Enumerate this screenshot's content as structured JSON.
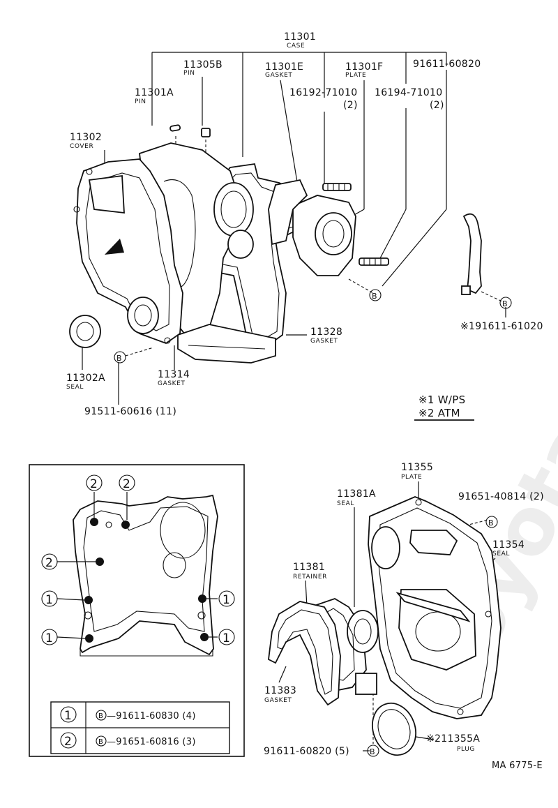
{
  "labels": {
    "case": {
      "pn": "11301",
      "sub": "CASE"
    },
    "pin_b": {
      "pn": "11305B",
      "sub": "PIN"
    },
    "gasket_e": {
      "pn": "11301E",
      "sub": "GASKET"
    },
    "plate_f": {
      "pn": "11301F",
      "sub": "PLATE"
    },
    "bolt_60820": {
      "pn": "91611-60820"
    },
    "pin_a": {
      "pn": "11301A",
      "sub": "PIN"
    },
    "stud_1": {
      "pn": "16192-71010",
      "qty": "(2)"
    },
    "stud_2": {
      "pn": "16194-71010",
      "qty": "(2)"
    },
    "cover": {
      "pn": "11302",
      "sub": "COVER"
    },
    "gasket_328": {
      "pn": "11328",
      "sub": "GASKET"
    },
    "bolt_61020": {
      "pn": "※191611-61020"
    },
    "seal_a": {
      "pn": "11302A",
      "sub": "SEAL"
    },
    "gasket_314": {
      "pn": "11314",
      "sub": "GASKET"
    },
    "bolt_60616": {
      "pn": "91511-60616 (11)"
    },
    "plate_355": {
      "pn": "11355",
      "sub": "PLATE"
    },
    "seal_381a": {
      "pn": "11381A",
      "sub": "SEAL"
    },
    "bolt_40814": {
      "pn": "91651-40814 (2)"
    },
    "seal_354": {
      "pn": "11354",
      "sub": "SEAL"
    },
    "retainer": {
      "pn": "11381",
      "sub": "RETAINER"
    },
    "gasket_383": {
      "pn": "11383",
      "sub": "GASKET"
    },
    "plug": {
      "pn": "※211355A",
      "sub": "PLUG"
    },
    "bolt_bottom": {
      "pn": "91611-60820 (5)"
    }
  },
  "legend": {
    "note1": "※1 W/PS",
    "note2": "※2 ATM"
  },
  "inset": {
    "markers": {
      "one": "1",
      "two": "2",
      "bolt": "B"
    },
    "table": [
      {
        "mark": "1",
        "text": "—91611-60830 (4)"
      },
      {
        "mark": "2",
        "text": "—91651-60816 (3)"
      }
    ]
  },
  "callout_symbol": "B",
  "figure_code": "MA 6775-E",
  "watermark": "ToyotaCarMine.ru"
}
